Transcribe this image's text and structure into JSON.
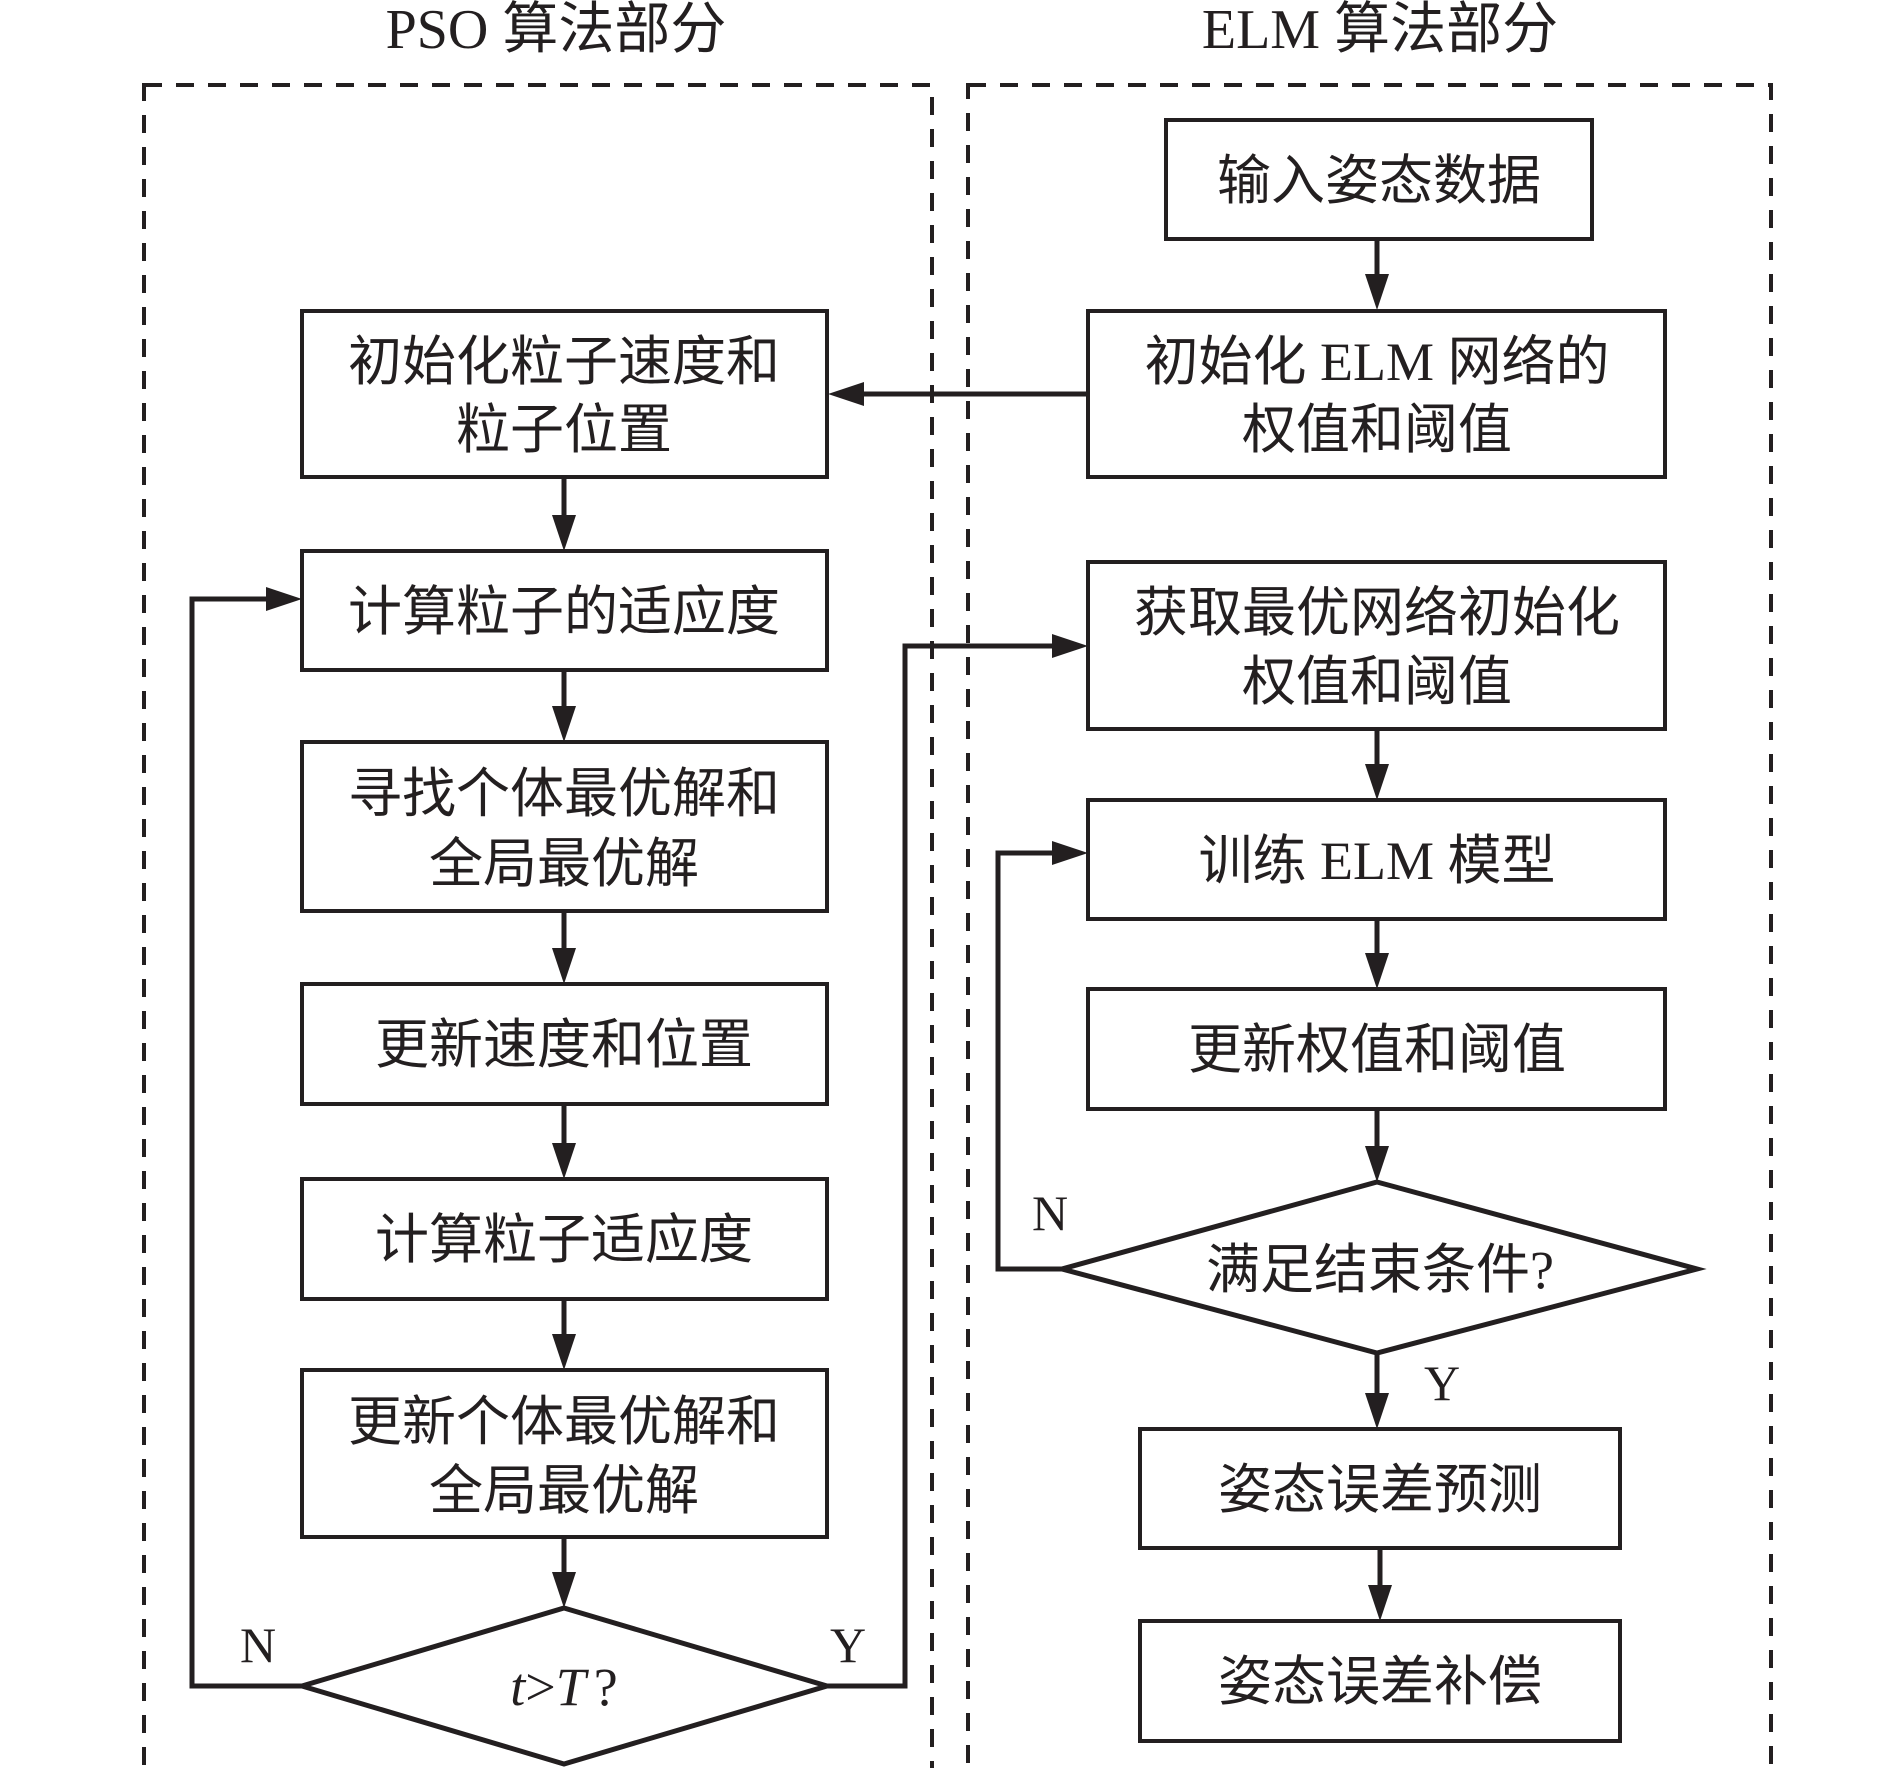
{
  "sections": {
    "pso_title": "PSO 算法部分",
    "elm_title": "ELM 算法部分"
  },
  "pso": {
    "init": [
      "初始化粒子速度和",
      "粒子位置"
    ],
    "fitness": "计算粒子的适应度",
    "find_best": [
      "寻找个体最优解和",
      "全局最优解"
    ],
    "update_vp": "更新速度和位置",
    "fitness2": "计算粒子适应度",
    "update_best": [
      "更新个体最优解和",
      "全局最优解"
    ],
    "decision": {
      "t": "t",
      "op": ">",
      "T": "T",
      "q": "?"
    },
    "no_label": "N",
    "yes_label": "Y"
  },
  "elm": {
    "input": "输入姿态数据",
    "init": [
      "初始化 ELM 网络的",
      "权值和阈值"
    ],
    "get_best": [
      "获取最优网络初始化",
      "权值和阈值"
    ],
    "train": "训练 ELM 模型",
    "update": "更新权值和阈值",
    "decision": "满足结束条件?",
    "no_label": "N",
    "yes_label": "Y",
    "predict": "姿态误差预测",
    "compensate": "姿态误差补偿"
  }
}
